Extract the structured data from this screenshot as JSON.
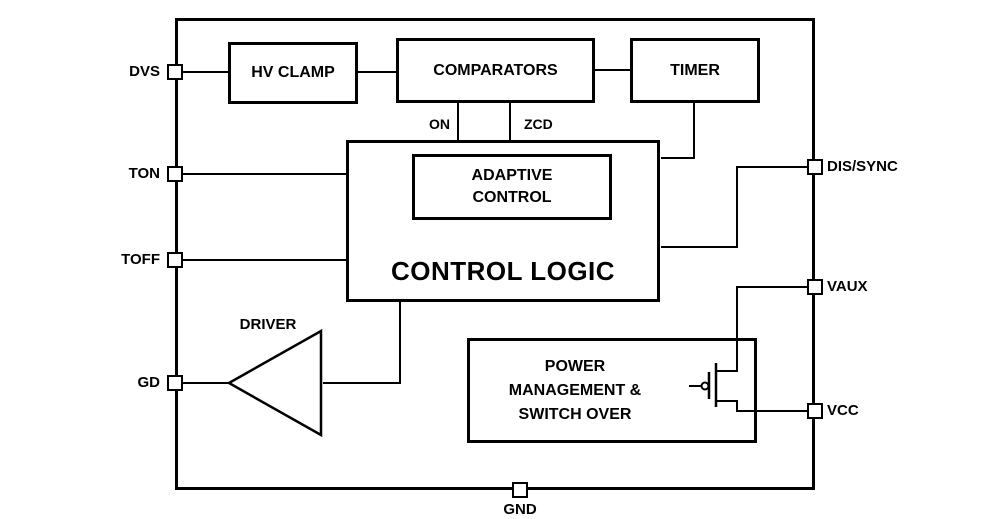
{
  "diagram": {
    "pins": {
      "left": [
        {
          "id": "dvs",
          "label": "DVS"
        },
        {
          "id": "ton",
          "label": "TON"
        },
        {
          "id": "toff",
          "label": "TOFF"
        },
        {
          "id": "gd",
          "label": "GD"
        }
      ],
      "right": [
        {
          "id": "dis_sync",
          "label": "DIS/SYNC"
        },
        {
          "id": "vaux",
          "label": "VAUX"
        },
        {
          "id": "vcc",
          "label": "VCC"
        }
      ],
      "bottom": [
        {
          "id": "gnd",
          "label": "GND"
        }
      ]
    },
    "blocks": {
      "hv_clamp": "HV CLAMP",
      "comparators": "COMPARATORS",
      "timer": "TIMER",
      "control_logic": "CONTROL LOGIC",
      "adaptive_control_lines": [
        "ADAPTIVE",
        "CONTROL"
      ],
      "power_mgmt_lines": [
        "POWER",
        "MANAGEMENT &",
        "SWITCH OVER"
      ]
    },
    "wire_labels": {
      "on": "ON",
      "zcd": "ZCD",
      "driver": "DRIVER"
    },
    "colors": {
      "line": "#000000",
      "background": "#ffffff"
    }
  }
}
